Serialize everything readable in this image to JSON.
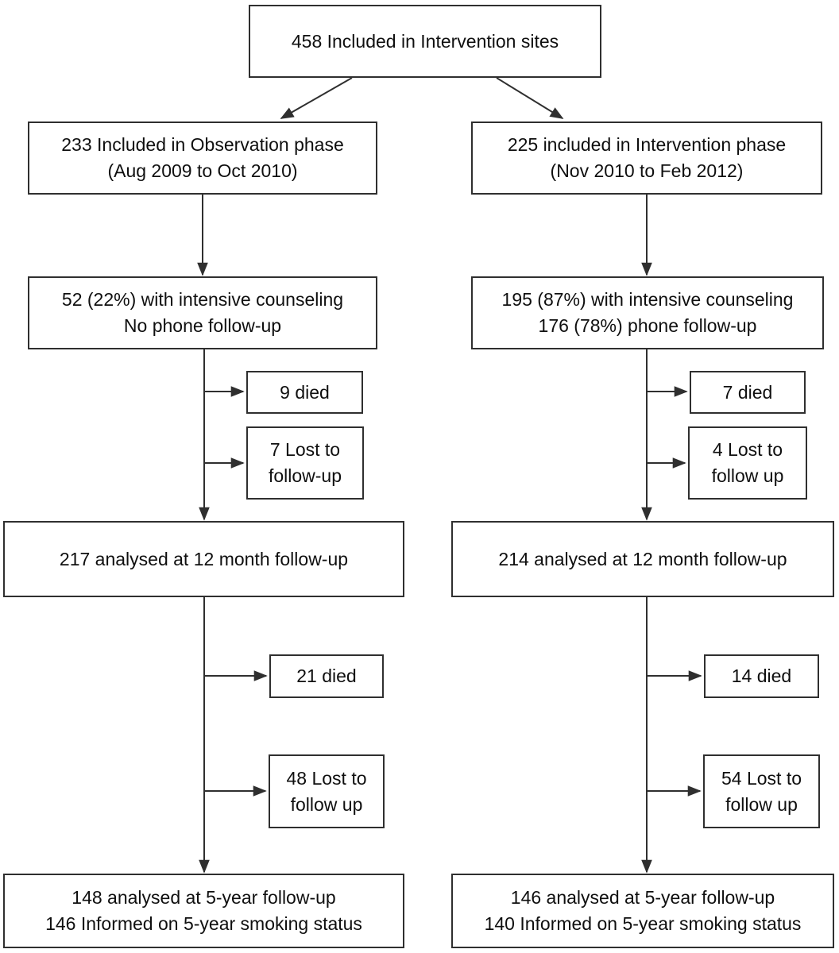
{
  "diagram": {
    "type": "flowchart",
    "description": "Study participant flow: intervention sites split into observation and intervention phases with 12-month and 5-year follow-up"
  },
  "colors": {
    "border": "#2f2f2f",
    "line": "#2f2f2f",
    "text": "#0f0f0f",
    "background": "#ffffff"
  },
  "nodes": {
    "included_sites": {
      "lines": [
        "458 Included in Intervention sites"
      ]
    },
    "observation_phase": {
      "lines": [
        "233 Included in Observation phase",
        "(Aug 2009 to Oct 2010)"
      ]
    },
    "intervention_phase": {
      "lines": [
        "225 included in Intervention phase",
        "(Nov 2010 to Feb 2012)"
      ]
    },
    "obs_counseling": {
      "lines": [
        "52 (22%) with intensive counseling",
        "No phone follow-up"
      ]
    },
    "int_counseling": {
      "lines": [
        "195 (87%) with intensive counseling",
        "176 (78%) phone follow-up"
      ]
    },
    "obs_died_12m": {
      "lines": [
        "9 died"
      ]
    },
    "obs_lost_12m": {
      "lines": [
        "7 Lost to",
        "follow-up"
      ]
    },
    "int_died_12m": {
      "lines": [
        "7 died"
      ]
    },
    "int_lost_12m": {
      "lines": [
        "4 Lost to",
        "follow up"
      ]
    },
    "obs_analysed_12m": {
      "lines": [
        "217 analysed at 12 month follow-up"
      ]
    },
    "int_analysed_12m": {
      "lines": [
        "214 analysed at 12 month follow-up"
      ]
    },
    "obs_died_5y": {
      "lines": [
        "21 died"
      ]
    },
    "obs_lost_5y": {
      "lines": [
        "48 Lost to",
        "follow up"
      ]
    },
    "int_died_5y": {
      "lines": [
        "14 died"
      ]
    },
    "int_lost_5y": {
      "lines": [
        "54 Lost to",
        "follow up"
      ]
    },
    "obs_analysed_5y": {
      "lines": [
        "148 analysed at 5-year follow-up",
        "146 Informed on 5-year smoking status"
      ]
    },
    "int_analysed_5y": {
      "lines": [
        "146 analysed at 5-year follow-up",
        "140 Informed on 5-year smoking status"
      ]
    }
  }
}
